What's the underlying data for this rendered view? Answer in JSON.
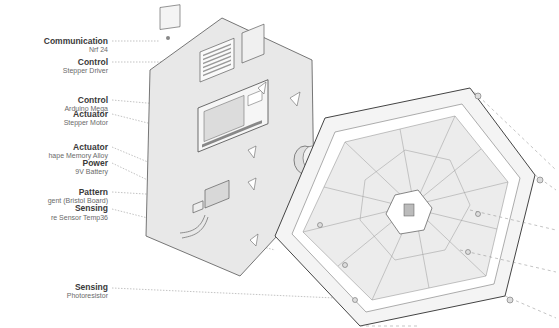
{
  "diagram": {
    "labels": [
      "Communication",
      "Nrf 24",
      "Control",
      "Stepper Driver",
      "Control",
      "Arduino Mega",
      "Actuator",
      "Stepper Motor",
      "Actuator",
      "hape Memory Alloy",
      "Power",
      "9V Battery",
      "Pattern",
      "gent (Bristol Board)",
      "Sensing",
      "re Sensor Temp36",
      "Sensing",
      "Photoresistor"
    ]
  }
}
